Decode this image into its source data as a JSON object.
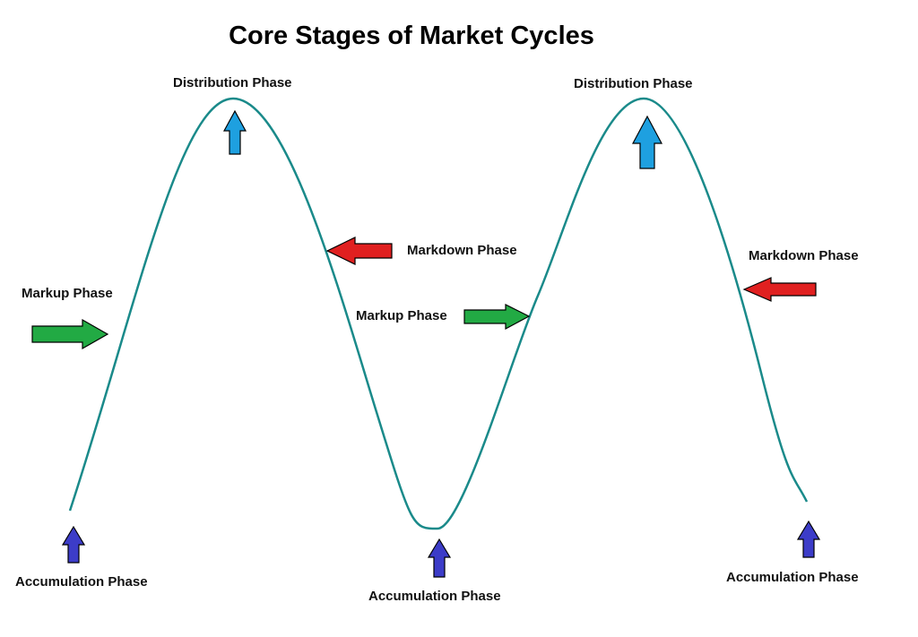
{
  "title": "Core Stages of Market Cycles",
  "labels": {
    "distribution_1": "Distribution Phase",
    "distribution_2": "Distribution Phase",
    "markdown_1": "Markdown Phase",
    "markdown_2": "Markdown Phase",
    "markup_1": "Markup Phase",
    "markup_2": "Markup Phase",
    "accumulation_1": "Accumulation Phase",
    "accumulation_2": "Accumulation Phase",
    "accumulation_3": "Accumulation Phase"
  },
  "colors": {
    "curve": "#1a8a8a",
    "distribution_arrow": "#1ea0e0",
    "accumulation_arrow": "#3c3cc8",
    "markup_arrow": "#22aa44",
    "markdown_arrow": "#e02020"
  }
}
